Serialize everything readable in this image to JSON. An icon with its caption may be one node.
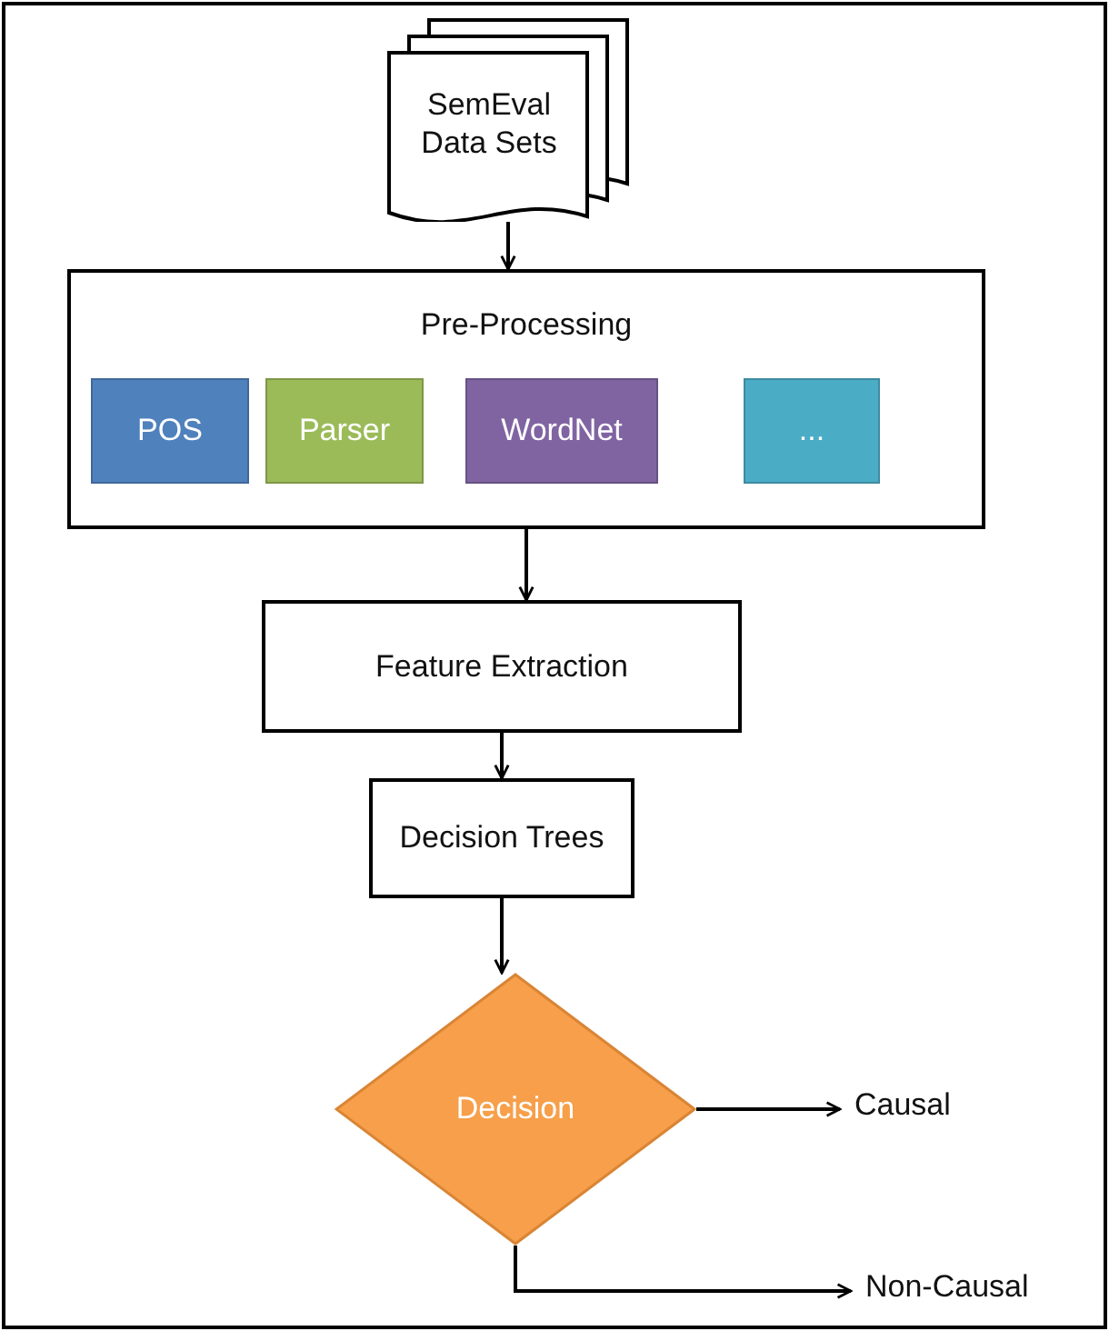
{
  "diagram": {
    "nodes": [
      {
        "text": [
          "SemEval Data Sets"
        ]
      },
      {
        "text": [
          "Pre-Processing"
        ]
      },
      {
        "text": [
          "POS"
        ],
        "in": 1
      },
      {
        "text": [
          "Parser"
        ],
        "in": 1
      },
      {
        "text": [
          "WordNet"
        ],
        "in": 1
      },
      {
        "text": [
          "..."
        ],
        "in": 1
      },
      {
        "text": [
          "Feature Extraction"
        ]
      },
      {
        "text": [
          "Decision Trees"
        ]
      },
      {
        "text": [
          "Decision"
        ]
      },
      {
        "text": [
          "Causal"
        ]
      },
      {
        "text": [
          "Non-Causal"
        ]
      }
    ],
    "edges": [
      {
        "from": 0,
        "to": 1,
        "arrow": "to"
      },
      {
        "from": 1,
        "to": 6,
        "arrow": "to"
      },
      {
        "from": 6,
        "to": 7,
        "arrow": "to"
      },
      {
        "from": 7,
        "to": 8,
        "arrow": "to"
      },
      {
        "from": 8,
        "to": 9,
        "arrow": "to"
      },
      {
        "from": 8,
        "to": 10,
        "arrow": "to"
      }
    ]
  }
}
